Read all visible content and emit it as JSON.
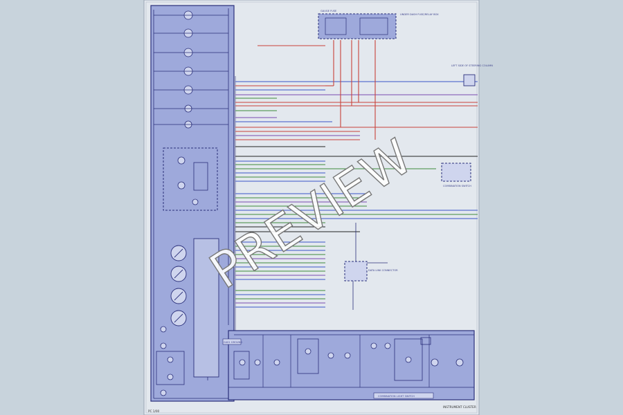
{
  "diagram": {
    "watermark": "PREVIEW",
    "footer_left": "PC 1/00",
    "footer_right": "INSTRUMENT CLUSTER",
    "colors": {
      "background": "#c8d3dc",
      "sheet": "#e3e8ee",
      "panel": "#9ea9db",
      "ink": "#2a2f7a",
      "wire_blue": "#3a55c8",
      "wire_red": "#c8403a",
      "wire_green": "#3d8a3a",
      "wire_purple": "#7a4ab0",
      "wire_black": "#222222"
    },
    "connectors": {
      "top_left": "GAUGE FUSE",
      "top_right": "UNDER DASH FUSE/RELAY BOX",
      "right_upper": "LEFT SIDE OF STEERING COLUMN",
      "right_middle": "COMBINATION SWITCH",
      "bottom_middle": "DATA LINK CONNECTOR",
      "bottom_box": "G401 GROUND",
      "bottom_label": "COMBINATION LIGHT SWITCH"
    }
  }
}
